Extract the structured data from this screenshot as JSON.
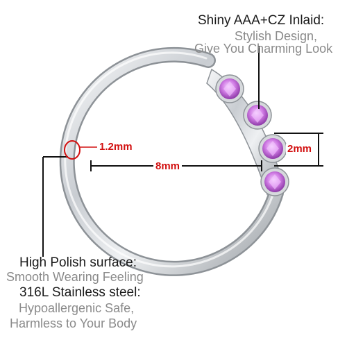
{
  "callouts": {
    "cz": {
      "title": "Shiny AAA+CZ Inlaid:",
      "line1": "Stylish Design,",
      "line2": "Give You Charming Look"
    },
    "polish": {
      "title": "High Polish surface:",
      "line1": "Smooth Wearing Feeling"
    },
    "steel": {
      "title": "316L Stainless steel:",
      "line1": "Hypoallergenic Safe,",
      "line2": "Harmless to Your Body"
    }
  },
  "dimensions": {
    "wire_gauge": "1.2mm",
    "inner_diameter": "8mm",
    "stone_size": "2mm"
  },
  "colors": {
    "accent_red": "#d21010",
    "stone_pink": "#d27ee6",
    "metal_silver": "#c9cdd2"
  }
}
